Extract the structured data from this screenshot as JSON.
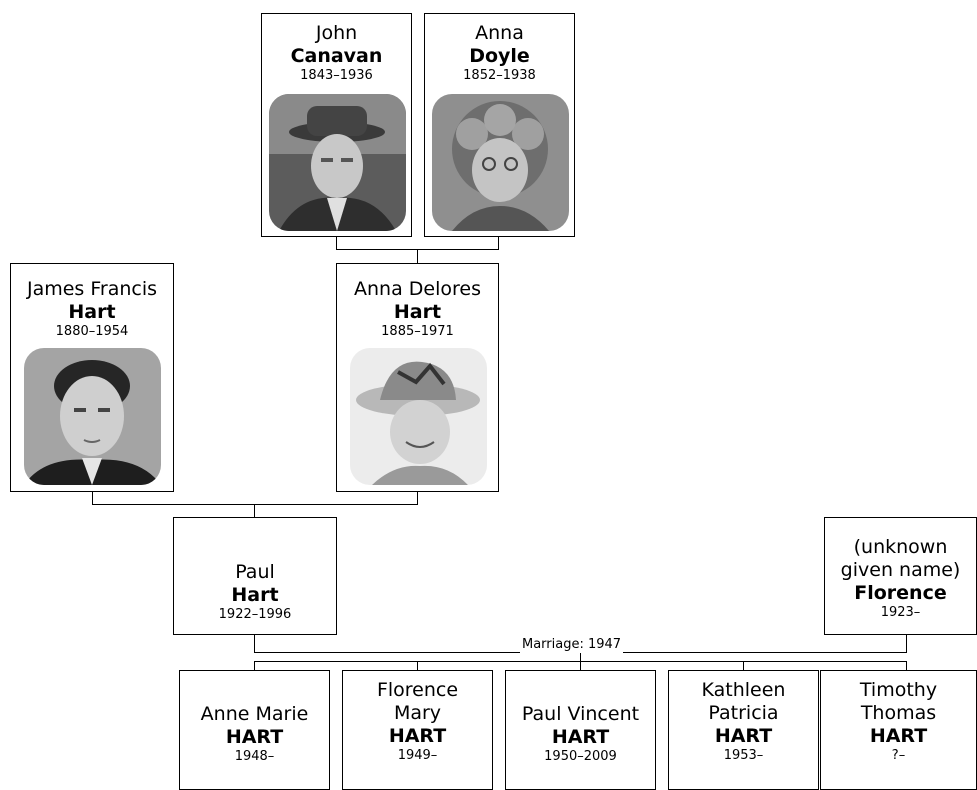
{
  "people": {
    "john": {
      "given": "John",
      "surname": "Canavan",
      "dates": "1843–1936"
    },
    "anna_doyle": {
      "given": "Anna",
      "surname": "Doyle",
      "dates": "1852–1938"
    },
    "james": {
      "given": "James Francis",
      "surname": "Hart",
      "dates": "1880–1954"
    },
    "anna_delores": {
      "given": "Anna Delores",
      "surname": "Hart",
      "dates": "1885–1971"
    },
    "paul": {
      "given": "Paul",
      "surname": "Hart",
      "dates": "1922–1996"
    },
    "florence": {
      "given_line1": "(unknown",
      "given_line2": "given name)",
      "surname": "Florence",
      "dates": "1923–"
    },
    "anne_marie": {
      "given": "Anne Marie",
      "surname": "HART",
      "dates": "1948–"
    },
    "florence_mary": {
      "given_line1": "Florence",
      "given_line2": "Mary",
      "surname": "HART",
      "dates": "1949–"
    },
    "paul_vincent": {
      "given": "Paul Vincent",
      "surname": "HART",
      "dates": "1950–2009"
    },
    "kathleen": {
      "given_line1": "Kathleen",
      "given_line2": "Patricia",
      "surname": "HART",
      "dates": "1953–"
    },
    "timothy": {
      "given_line1": "Timothy",
      "given_line2": "Thomas",
      "surname": "HART",
      "dates": "?–"
    }
  },
  "marriage_label": "Marriage: 1947"
}
